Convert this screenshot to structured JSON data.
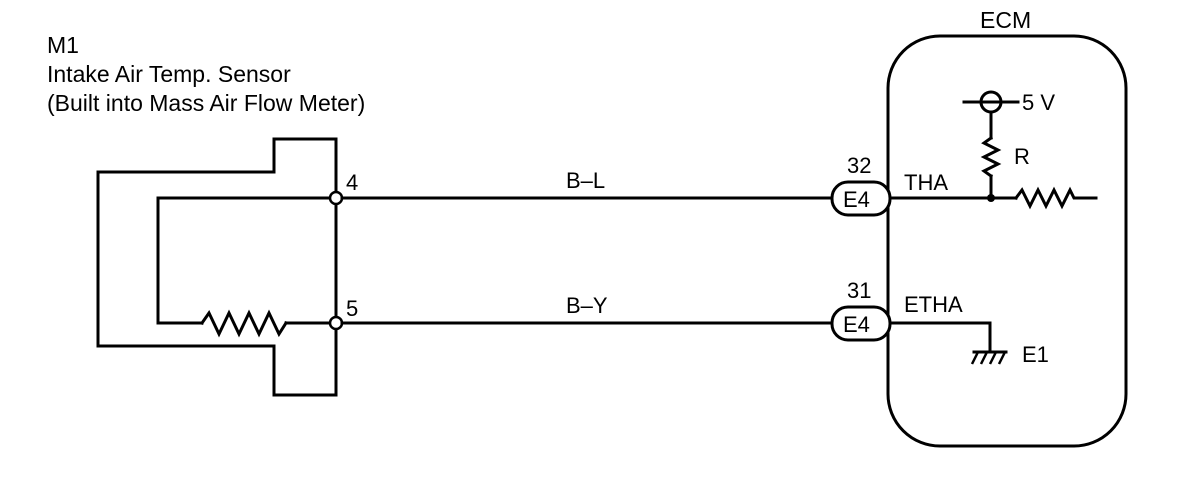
{
  "sensor": {
    "id": "M1",
    "name": "Intake Air Temp. Sensor",
    "note": "(Built into Mass Air Flow Meter)",
    "pin_top": "4",
    "pin_bottom": "5"
  },
  "wires": {
    "top": "B–L",
    "bottom": "B–Y"
  },
  "ecm": {
    "title": "ECM",
    "connector_top_pin": "32",
    "connector_top_id": "E4",
    "connector_bottom_pin": "31",
    "connector_bottom_id": "E4",
    "signal_top": "THA",
    "signal_bottom": "ETHA",
    "supply": "5 V",
    "resistor": "R",
    "ground": "E1"
  }
}
